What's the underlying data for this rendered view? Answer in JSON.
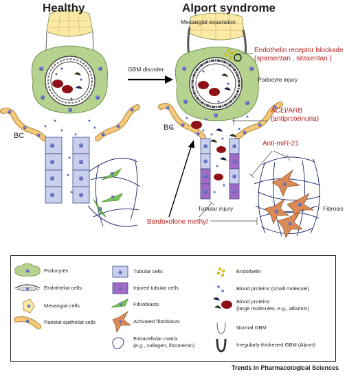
{
  "titles": {
    "healthy": "Healthy",
    "alport": "Alport syndrome"
  },
  "labels": {
    "mesangial_expansion": "Mesangial expansion",
    "gbm_disorder": "GBM disorder",
    "podocyte_injury": "Podocyte injury",
    "bc_left": "BC",
    "bc_right": "BC",
    "tubular_injury": "Tubular injury",
    "fibrosis": "Fibrosis"
  },
  "therapies": {
    "endothelin_line1": "Endothelin receptor blockade",
    "endothelin_line2": "(sparsentan , sitaxentan )",
    "acei_line1": "ACEi/ARB",
    "acei_line2": "(antiproteinuria)",
    "antimir": "Anti-miR-21",
    "bardoxolone": "Bardoxolone methyl"
  },
  "legend": {
    "col1": [
      "Podocytes",
      "Endothelial cells",
      "Mesangial cells",
      "Parietal epithelial cells"
    ],
    "col2": [
      "Tubular cells",
      "Injured tubular cells",
      "Fibroblasts",
      "Activated fibroblasts",
      "Extracellular matrix",
      "(e.g., collagen, fibronectin)"
    ],
    "col3": [
      "Endothelin",
      "Blood proteins (small molecule)",
      "Blood proteins",
      "(large molecules, e.g., albumin)",
      "Normal GBM",
      "Irregularly thickened GBM (Alport)"
    ]
  },
  "footer": "Trends in Pharmacological Sciences",
  "colors": {
    "podocyte": "#b5d38f",
    "mesangial": "#fbe9a6",
    "parietal": "#f6c87a",
    "tubular": "#c9cfec",
    "injured_tubular": "#a16ac4",
    "fibroblast": "#7bc75a",
    "activated_fibroblast": "#d98a57",
    "ecm": "#2b3476",
    "nucleus": "#4f5bb7",
    "rbc": "#8f1118",
    "therapy_text": "#b22222"
  }
}
